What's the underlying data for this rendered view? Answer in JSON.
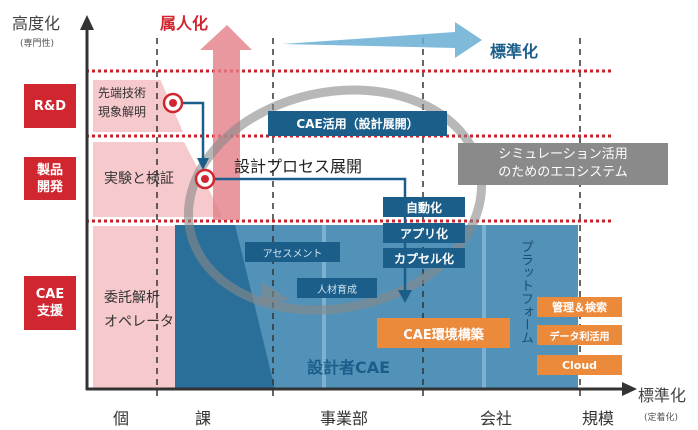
{
  "y_axis": {
    "label": "高度化",
    "sub": "(専門性)"
  },
  "x_axis": {
    "label": "標準化",
    "sub": "(定着化)",
    "ticks": [
      "個",
      "課",
      "事業部",
      "会社",
      "規模"
    ]
  },
  "levels": [
    "R&D",
    "製品\n開発",
    "CAE\n支援"
  ],
  "level_texts": {
    "rd": "先端技術\n現象解明",
    "dev": "実験と検証",
    "support": "委託解析\nオペレータ"
  },
  "arrows": {
    "personal": "属人化",
    "standard": "標準化"
  },
  "process": "設計プロセス展開",
  "boxes": {
    "cae_use": "CAE活用（設計展開）",
    "ecosystem": "シミュレーション活用\nのためのエコシステム",
    "auto": "自動化",
    "app": "アプリ化",
    "capsule": "カプセル化",
    "assess": "アセスメント",
    "training": "人材育成",
    "env": "CAE環境構築",
    "manage": "管理＆検索",
    "data": "データ利活用",
    "cloud": "Cloud"
  },
  "designer_cae": "設計者CAE",
  "platform": "プラットフォーム",
  "colors": {
    "red": "#d0262f",
    "blue": "#1b5e8a",
    "orange": "#ec8a3c",
    "gray": "#8a8a8a"
  }
}
